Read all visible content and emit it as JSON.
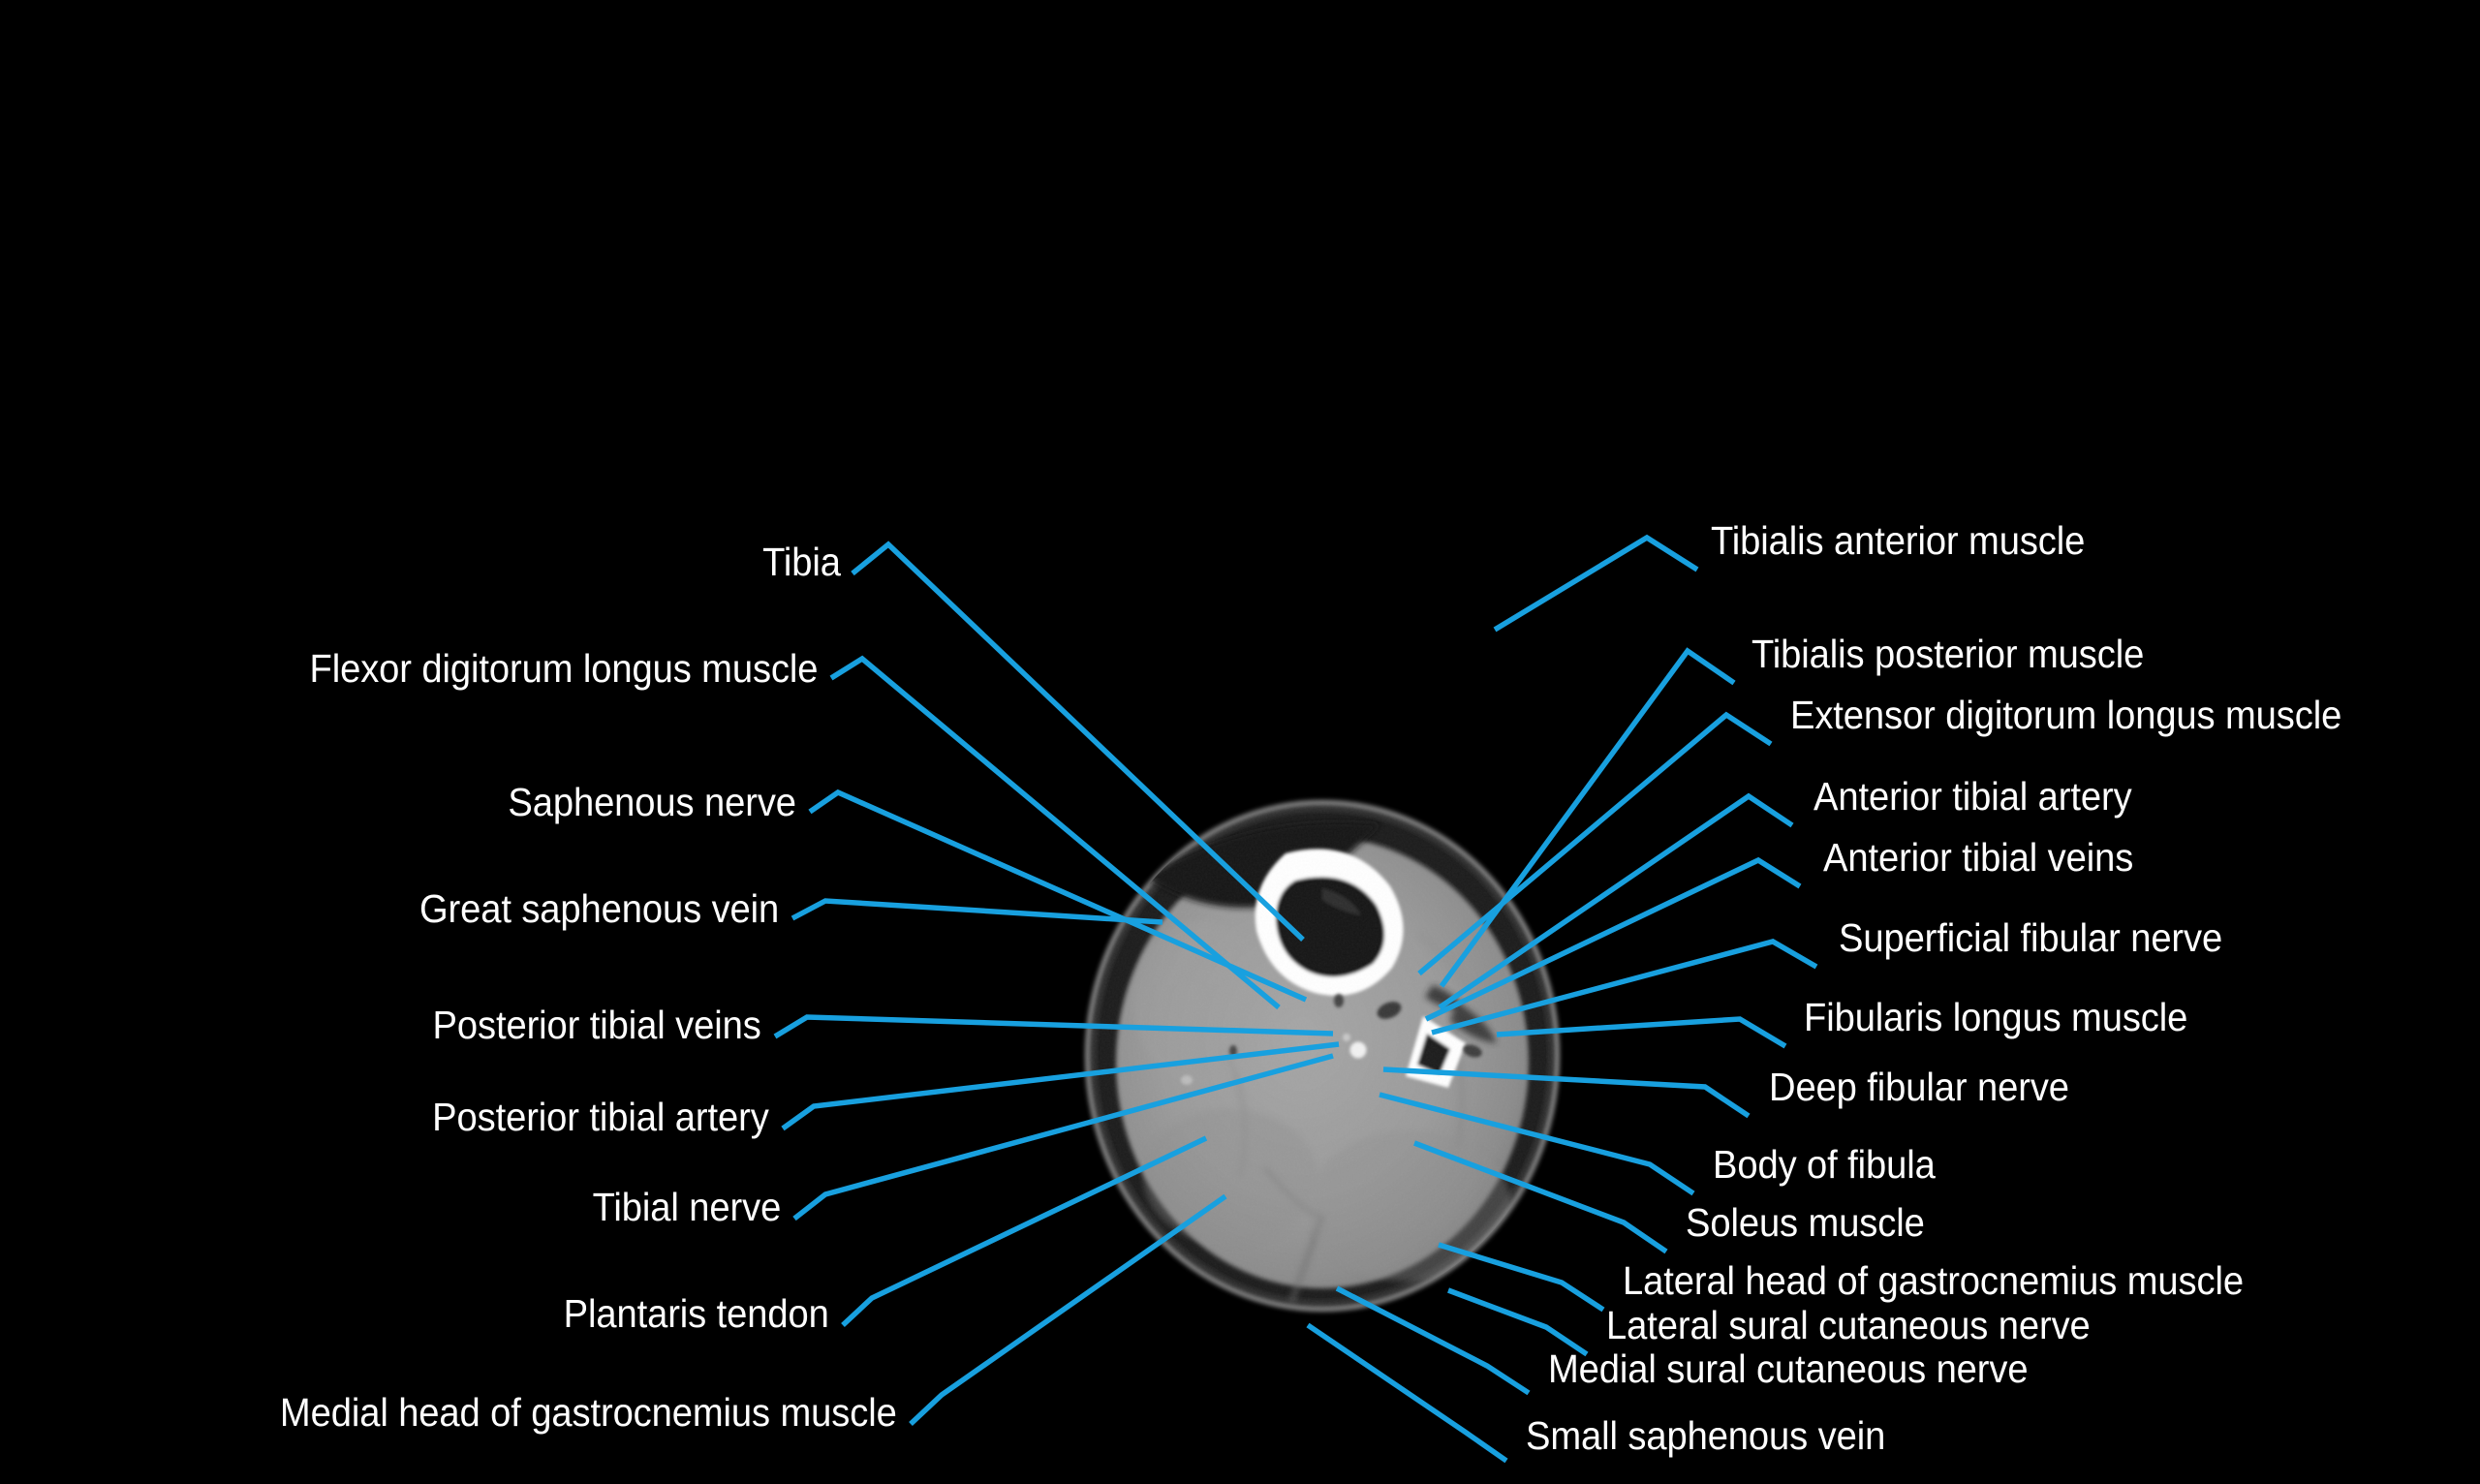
{
  "figure": {
    "title": "Axial CT cross-section of the leg with anatomical labels",
    "background_color": "#000000",
    "leader_color": "#18a0df",
    "label_color": "#ffffff",
    "modality": "CT",
    "plane": "axial",
    "region": "leg (crus), mid-shaft"
  },
  "labels": {
    "left": [
      {
        "id": "tibia",
        "text": "Tibia"
      },
      {
        "id": "flexor-digitorum-longus-muscle",
        "text": "Flexor digitorum longus muscle"
      },
      {
        "id": "saphenous-nerve",
        "text": "Saphenous nerve"
      },
      {
        "id": "great-saphenous-vein",
        "text": "Great saphenous vein"
      },
      {
        "id": "posterior-tibial-veins",
        "text": "Posterior tibial veins"
      },
      {
        "id": "posterior-tibial-artery",
        "text": "Posterior tibial artery"
      },
      {
        "id": "tibial-nerve",
        "text": "Tibial nerve"
      },
      {
        "id": "plantaris-tendon",
        "text": "Plantaris tendon"
      },
      {
        "id": "medial-head-of-gastrocnemius-muscle",
        "text": "Medial head of gastrocnemius muscle"
      }
    ],
    "right": [
      {
        "id": "tibialis-anterior-muscle",
        "text": "Tibialis anterior muscle"
      },
      {
        "id": "tibialis-posterior-muscle",
        "text": "Tibialis posterior muscle"
      },
      {
        "id": "extensor-digitorum-longus-muscle",
        "text": "Extensor digitorum longus muscle"
      },
      {
        "id": "anterior-tibial-artery",
        "text": "Anterior tibial artery"
      },
      {
        "id": "anterior-tibial-veins",
        "text": "Anterior tibial veins"
      },
      {
        "id": "superficial-fibular-nerve",
        "text": "Superficial fibular nerve"
      },
      {
        "id": "fibularis-longus-muscle",
        "text": "Fibularis longus muscle"
      },
      {
        "id": "deep-fibular-nerve",
        "text": "Deep fibular nerve"
      },
      {
        "id": "body-of-fibula",
        "text": "Body of fibula"
      },
      {
        "id": "soleus-muscle",
        "text": "Soleus muscle"
      },
      {
        "id": "lateral-head-of-gastrocnemius-muscle",
        "text": "Lateral head of gastrocnemius muscle"
      },
      {
        "id": "lateral-sural-cutaneous-nerve",
        "text": "Lateral sural cutaneous nerve"
      },
      {
        "id": "medial-sural-cutaneous-nerve",
        "text": "Medial sural cutaneous nerve"
      },
      {
        "id": "small-saphenous-vein",
        "text": "Small saphenous vein"
      }
    ]
  },
  "label_count": 23
}
